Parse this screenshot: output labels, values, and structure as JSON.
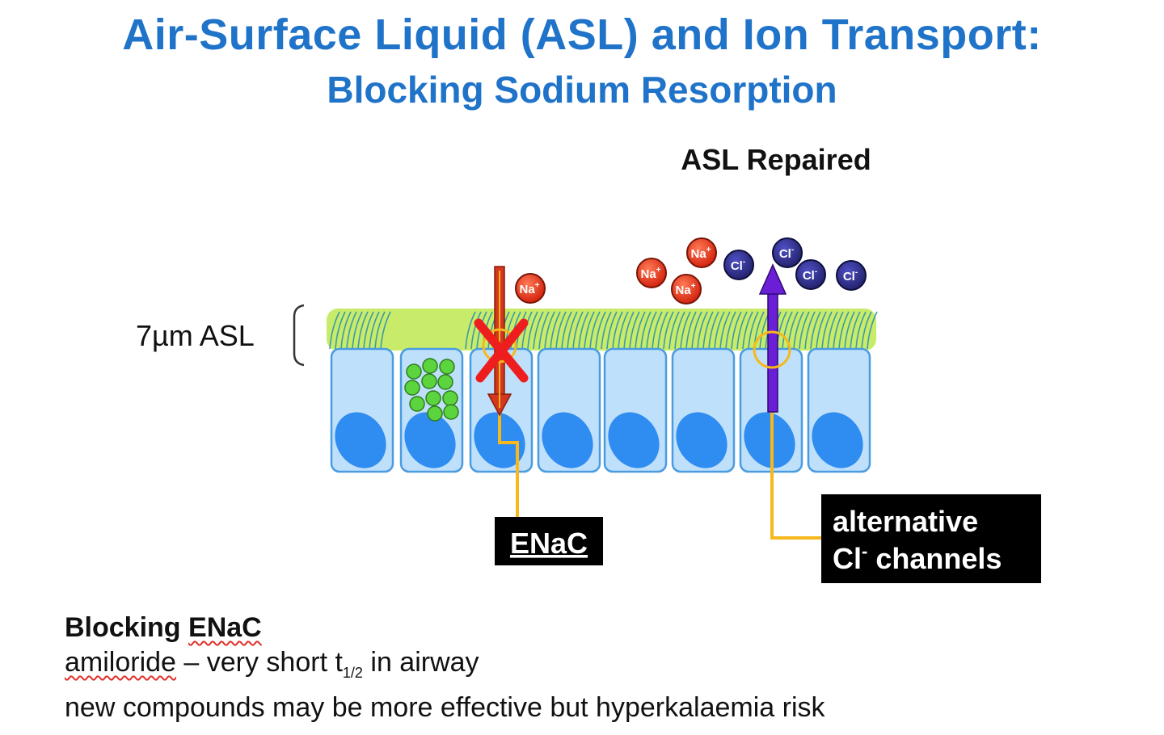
{
  "title": "Air-Surface Liquid (ASL) and Ion Transport:",
  "subtitle": "Blocking Sodium Resorption",
  "diagram": {
    "asl_status": "ASL Repaired",
    "asl_depth_label": "7µm ASL",
    "enac_label": "ENaC",
    "channel_label_line1": "alternative",
    "channel_label_cl": "Cl",
    "channel_label_sup": "-",
    "channel_label_rest": " channels",
    "na_ion": "Na",
    "na_sup": "+",
    "cl_ion": "Cl",
    "cl_sup": "-"
  },
  "caption": {
    "heading_prefix": "Blocking ",
    "heading_term": "ENaC",
    "line1_term": "amiloride",
    "line1_text": " – very short t",
    "line1_sub": "1/2",
    "line1_end": " in airway",
    "line2": "new compounds may be more effective but hyperkalaemia risk"
  },
  "colors": {
    "title": "#1f73c8",
    "asl_layer": "#c8ec6a",
    "cilia": "#3e9aa8",
    "cell_fill": "#bfe0fb",
    "cell_stroke": "#4a9be0",
    "nucleus": "#2f8cf0",
    "na_ion": "#e4321c",
    "cl_ion": "#2c2c8c",
    "enac_arrow": "#d4361e",
    "cl_arrow": "#6a1ed6",
    "pointer": "#f6b81c",
    "block_x": "#ee1e1e",
    "granules": "#5bd43e",
    "label_box": "#000000"
  }
}
